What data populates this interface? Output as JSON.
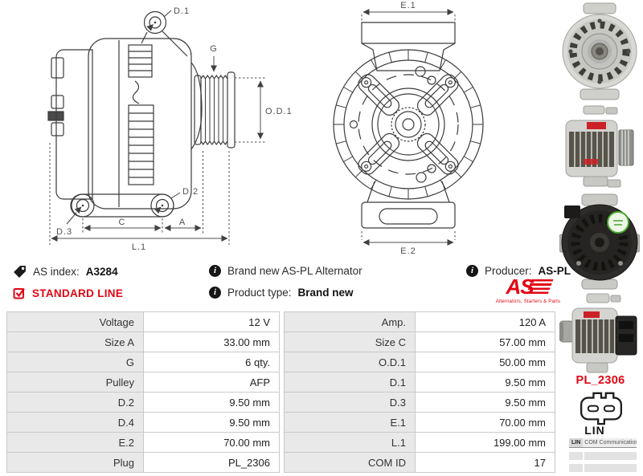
{
  "colors": {
    "accent_red": "#e30613",
    "drawing_line": "#3b3b3b",
    "table_label_bg": "#e9e9e9",
    "table_border": "#c9c9c9"
  },
  "diagram": {
    "labels": {
      "d1": "D.1",
      "g": "G",
      "od1": "O.D.1",
      "d2": "D.2",
      "d3": "D.3",
      "c": "C",
      "a": "A",
      "l1": "L.1",
      "e1": "E.1",
      "e2": "E.2"
    }
  },
  "info": {
    "as_index_label": "AS index:",
    "as_index_value": "A3284",
    "standard_line": "STANDARD LINE",
    "brand_new_text": "Brand new AS-PL Alternator",
    "product_type_label": "Product type:",
    "product_type_value": "Brand new",
    "producer_label": "Producer:",
    "producer_value": "AS-PL",
    "logo_text": "AS",
    "logo_tagline": "Alternators, Starters & Parts"
  },
  "specs": {
    "left": [
      {
        "label": "Voltage",
        "value": "12 V"
      },
      {
        "label": "Size A",
        "value": "33.00 mm"
      },
      {
        "label": "G",
        "value": "6 qty."
      },
      {
        "label": "Pulley",
        "value": "AFP"
      },
      {
        "label": "D.2",
        "value": "9.50 mm"
      },
      {
        "label": "D.4",
        "value": "9.50 mm"
      },
      {
        "label": "E.2",
        "value": "70.00 mm"
      },
      {
        "label": "Plug",
        "value": "PL_2306"
      }
    ],
    "right": [
      {
        "label": "Amp.",
        "value": "120 A"
      },
      {
        "label": "Size C",
        "value": "57.00 mm"
      },
      {
        "label": "O.D.1",
        "value": "50.00 mm"
      },
      {
        "label": "D.1",
        "value": "9.50 mm"
      },
      {
        "label": "D.3",
        "value": "9.50 mm"
      },
      {
        "label": "E.1",
        "value": "70.00 mm"
      },
      {
        "label": "L.1",
        "value": "199.00 mm"
      },
      {
        "label": "COM ID",
        "value": "17"
      }
    ]
  },
  "sidebar": {
    "plug_code": "PL_2306",
    "plug_type": "LIN",
    "com_header_left": "LIN",
    "com_header_right": "COM Communication"
  }
}
